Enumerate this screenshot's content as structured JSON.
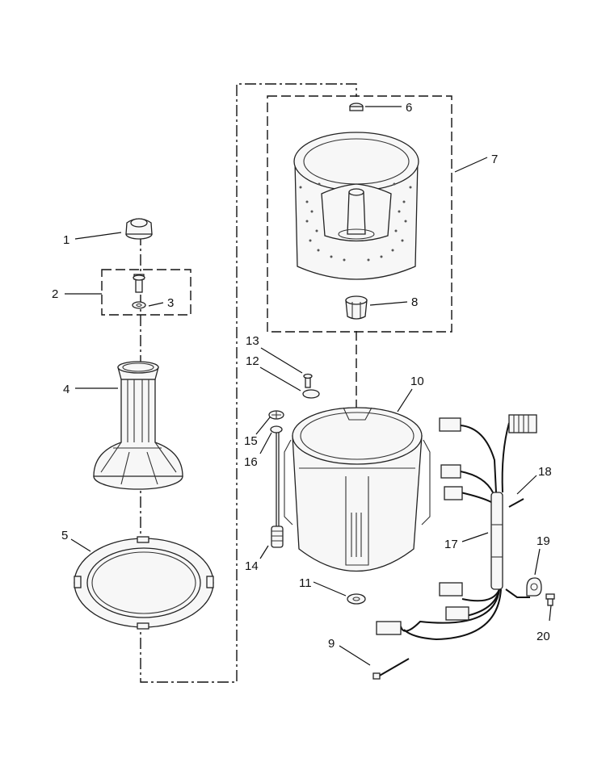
{
  "callouts": [
    "1",
    "2",
    "3",
    "4",
    "5",
    "6",
    "7",
    "8",
    "9",
    "10",
    "11",
    "12",
    "13",
    "14",
    "15",
    "16",
    "17",
    "18",
    "19",
    "20"
  ],
  "parts": [
    {
      "id": "1",
      "icon": "knob-cap-icon"
    },
    {
      "id": "2",
      "icon": "bolt-assembly-group-icon"
    },
    {
      "id": "3",
      "icon": "washer-icon"
    },
    {
      "id": "4",
      "icon": "agitator-icon"
    },
    {
      "id": "5",
      "icon": "tub-ring-icon"
    },
    {
      "id": "6",
      "icon": "nut-icon"
    },
    {
      "id": "7",
      "icon": "wash-basket-assembly-icon"
    },
    {
      "id": "8",
      "icon": "drive-hub-icon"
    },
    {
      "id": "9",
      "icon": "tie-strap-icon"
    },
    {
      "id": "10",
      "icon": "outer-tub-icon"
    },
    {
      "id": "11",
      "icon": "seal-icon"
    },
    {
      "id": "12",
      "icon": "gasket-icon"
    },
    {
      "id": "13",
      "icon": "screw-icon"
    },
    {
      "id": "14",
      "icon": "pressure-hose-icon"
    },
    {
      "id": "15",
      "icon": "cap-icon"
    },
    {
      "id": "16",
      "icon": "grommet-icon"
    },
    {
      "id": "17",
      "icon": "wire-harness-icon"
    },
    {
      "id": "18",
      "icon": "harness-sleeve-icon"
    },
    {
      "id": "19",
      "icon": "clip-icon"
    },
    {
      "id": "20",
      "icon": "screw-icon"
    }
  ]
}
